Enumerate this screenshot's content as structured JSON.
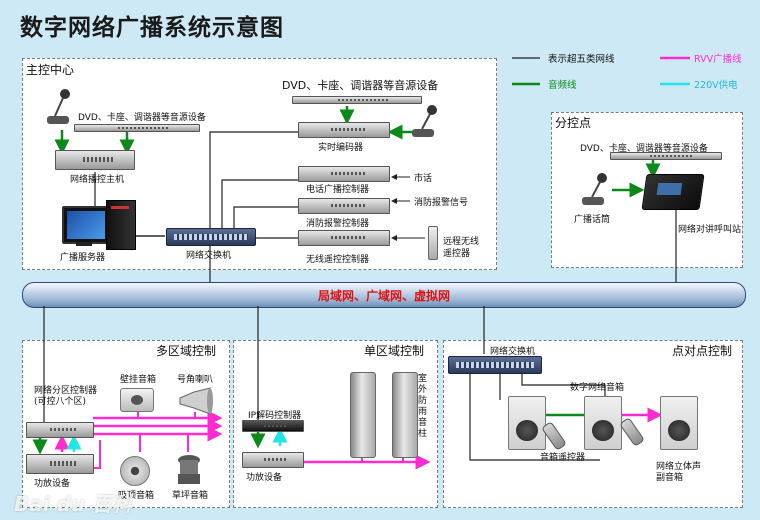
{
  "title": "数字网络广播系统示意图",
  "legend": {
    "cat5": "表示超五类网线",
    "audio": "音频线",
    "rvv": "RVV广播线",
    "power": "220V供电"
  },
  "colors": {
    "cat5": "#222222",
    "audio": "#0b8a1a",
    "rvv": "#ff2bd0",
    "power": "#22e6e6",
    "bus_text": "#dd1111"
  },
  "main_center": {
    "label": "主控中心",
    "dvd_left": "DVD、卡座、调谐器等音源设备",
    "dvd_right": "DVD、卡座、调谐器等音源设备",
    "host": "网络播控主机",
    "encoder": "实时编码器",
    "phone": "电话广播控制器",
    "city_phone": "市话",
    "fire": "消防报警控制器",
    "fire_signal": "消防报警信号",
    "wireless": "无线遥控控制器",
    "remote": "远程无线\n遥控器",
    "server": "广播服务器",
    "switch": "网络交换机"
  },
  "branch": {
    "label": "分控点",
    "dvd": "DVD、卡座、调谐器等音源设备",
    "mic": "广播话筒",
    "intercom": "网络对讲呼叫站"
  },
  "bus": {
    "label": "局域网、广域网、虚拟网"
  },
  "multi_zone": {
    "label": "多区域控制",
    "controller": "网络分区控制器\n(可控八个区)",
    "wall_speaker": "壁挂音箱",
    "horn": "号角喇叭",
    "amp": "功放设备",
    "ceiling": "吸顶音箱",
    "lawn": "草坪音箱"
  },
  "single_zone": {
    "label": "单区域控制",
    "decoder": "IP解码控制器",
    "amp": "功放设备",
    "column": "室外防雨音柱"
  },
  "p2p": {
    "label": "点对点控制",
    "switch": "网络交换机",
    "speaker": "数字网络音箱",
    "remote": "音箱遥控器",
    "stereo": "网络立体声\n副音箱"
  },
  "watermark": "Bai du 百科"
}
